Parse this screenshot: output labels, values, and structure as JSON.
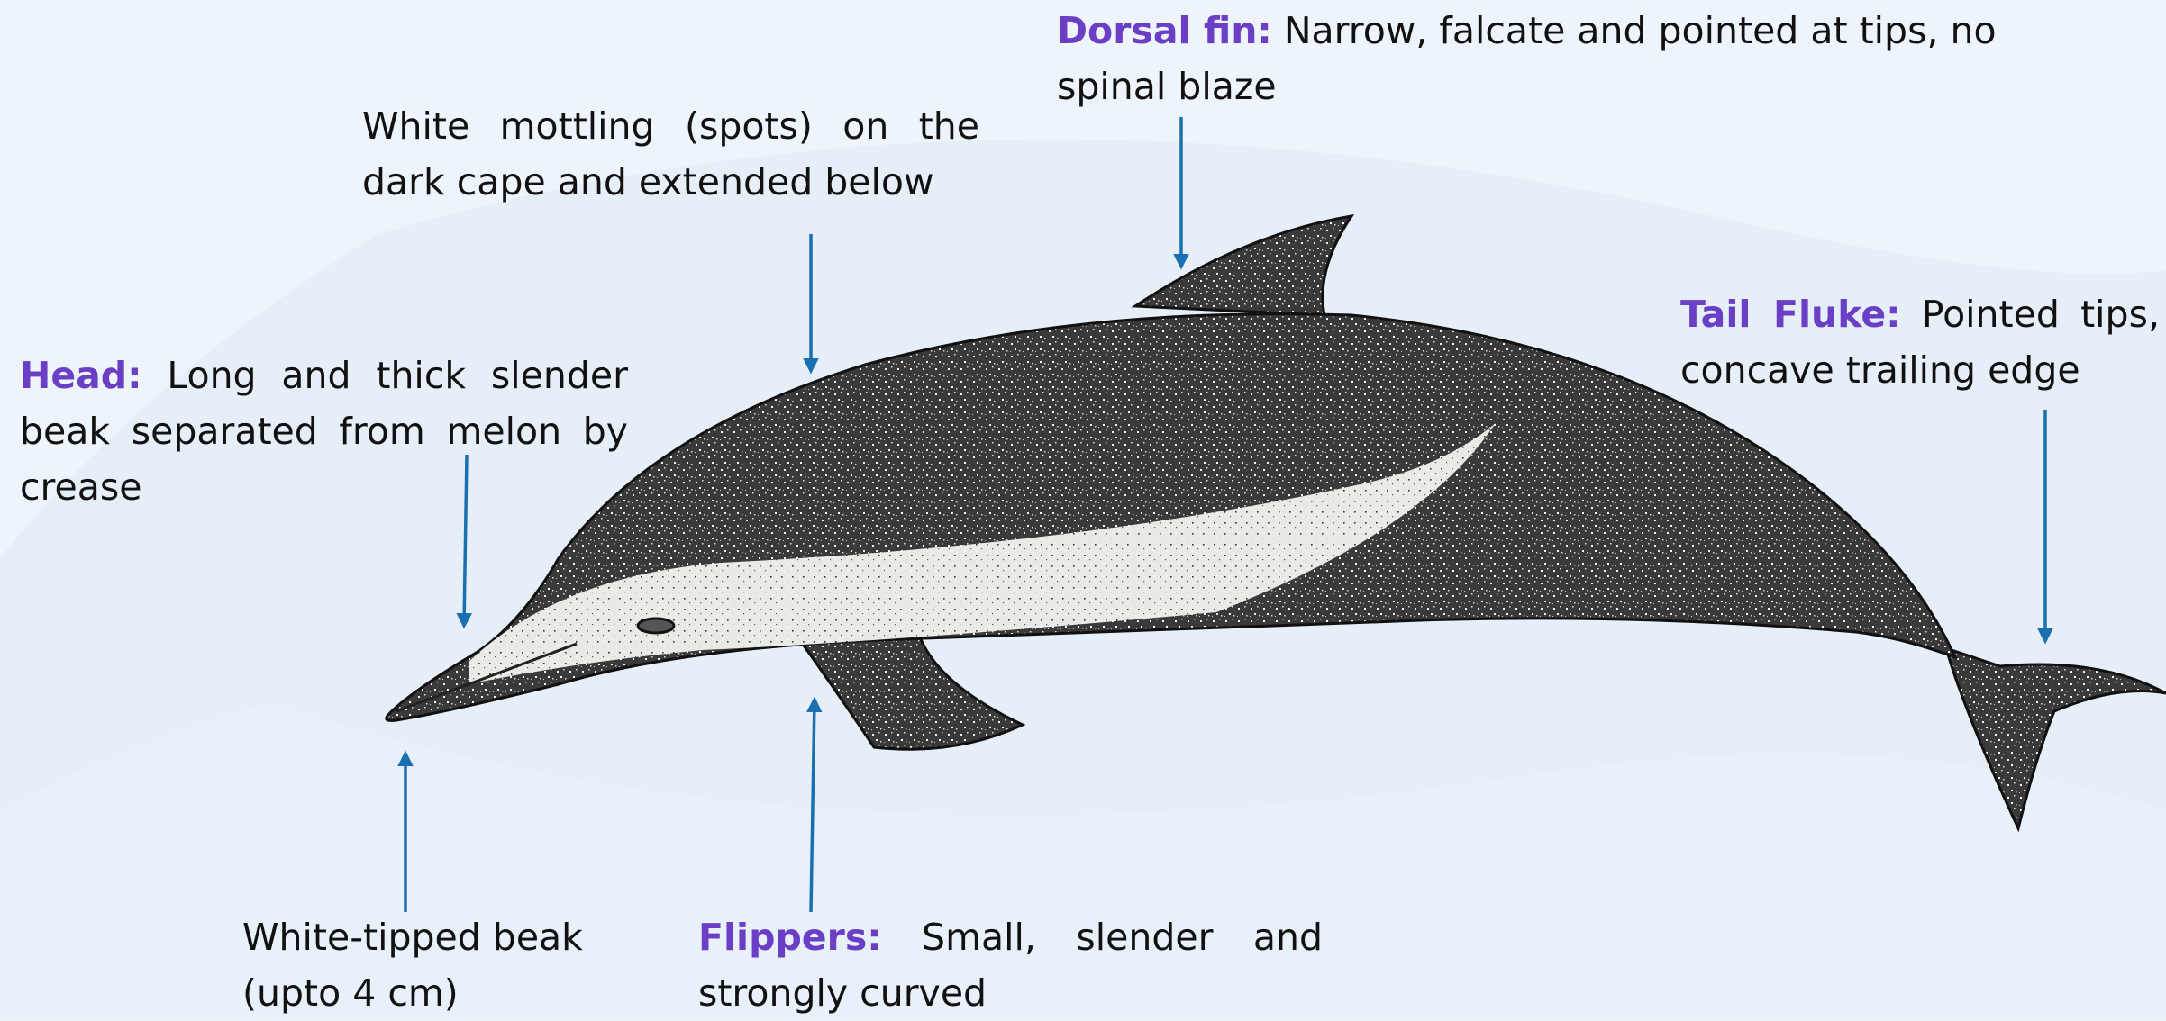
{
  "diagram": {
    "subject": "dolphin illustration",
    "colors": {
      "background": "#eef4fb",
      "wave": "#dde8f4",
      "arrow": "#1a6fb0",
      "term": "#6a3fc6",
      "text": "#111111",
      "body_dark": "#2a2a2a",
      "belly": "#eeeeea"
    },
    "labels": {
      "dorsal": {
        "term": "Dorsal fin:",
        "text": " Narrow, falcate and pointed at tips, no spinal blaze"
      },
      "mottling": {
        "text": "White mottling (spots) on the dark cape and extended below"
      },
      "head": {
        "term": "Head:",
        "text": " Long and thick slender beak separated from melon by crease"
      },
      "tail": {
        "term": "Tail Fluke:",
        "text": " Pointed tips, concave trailing edge"
      },
      "beak": {
        "text": "White-tipped beak (upto 4 cm)"
      },
      "flippers": {
        "term": "Flippers:",
        "text": " Small, slender and strongly curved"
      }
    }
  }
}
